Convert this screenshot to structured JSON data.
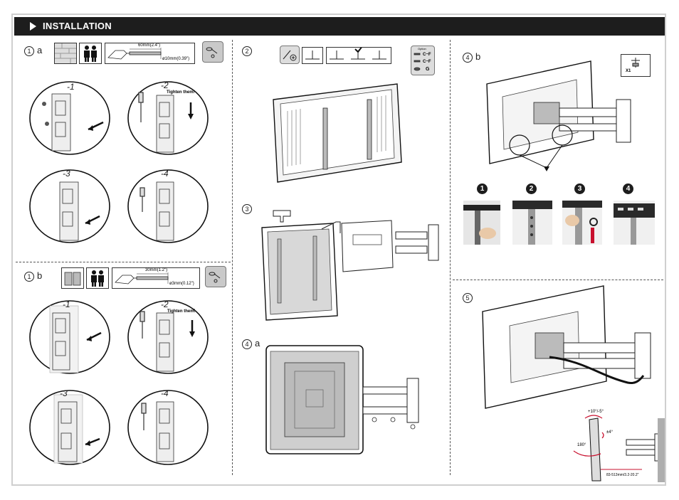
{
  "header": {
    "title": "INSTALLATION"
  },
  "steps": {
    "s1a": {
      "num": "1",
      "suffix": "a"
    },
    "s1b": {
      "num": "1",
      "suffix": "b"
    },
    "s2": {
      "num": "2"
    },
    "s3": {
      "num": "3"
    },
    "s4a": {
      "num": "4",
      "suffix": "a"
    },
    "s4b": {
      "num": "4",
      "suffix": "b"
    },
    "s5": {
      "num": "5"
    }
  },
  "drill_a": {
    "depth": "60mm(2.4\")",
    "diameter": "ø10mm(0.39\")"
  },
  "drill_b": {
    "depth": "30mm(1.2\")",
    "diameter": "ø3mm(0.12\")"
  },
  "sub_steps": [
    "-1",
    "-2",
    "-3",
    "-4"
  ],
  "tighten": "Tighten them!",
  "option_box": {
    "title": "Option",
    "rows": [
      "C~F",
      "C~F",
      "G"
    ]
  },
  "screw_count": "X1",
  "detail_numbers": [
    "1",
    "2",
    "3",
    "4"
  ],
  "specs": {
    "tilt": "+10°/-5°",
    "swivel": "180°",
    "level": "±4°",
    "extension": "83-513mm/3.2-20.2\""
  }
}
